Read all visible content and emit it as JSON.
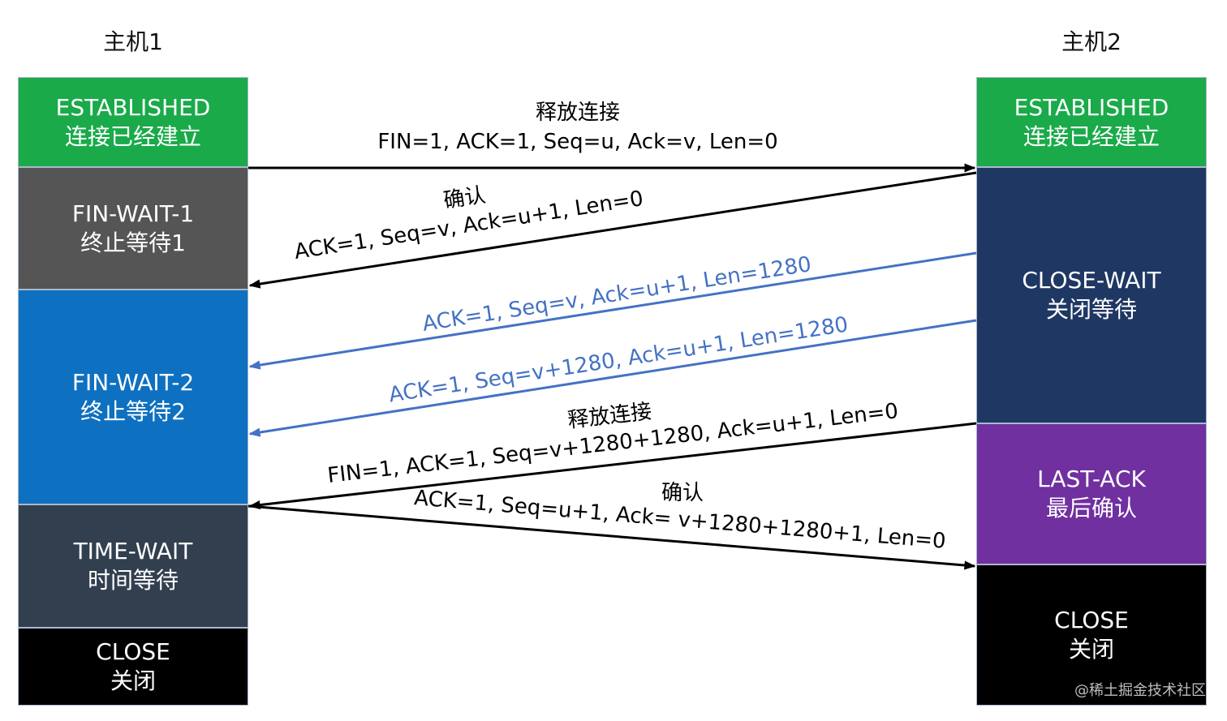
{
  "host1": {
    "title": "主机1",
    "states": [
      {
        "en": "ESTABLISHED",
        "zh": "连接已经建立",
        "color": "#1aaa4a"
      },
      {
        "en": "FIN-WAIT-1",
        "zh": "终止等待1",
        "color": "#555555"
      },
      {
        "en": "FIN-WAIT-2",
        "zh": "终止等待2",
        "color": "#0e70c0"
      },
      {
        "en": "TIME-WAIT",
        "zh": "时间等待",
        "color": "#323f4f"
      },
      {
        "en": "CLOSE",
        "zh": "关闭",
        "color": "#000000"
      }
    ]
  },
  "host2": {
    "title": "主机2",
    "states": [
      {
        "en": "ESTABLISHED",
        "zh": "连接已经建立",
        "color": "#1aaa4a"
      },
      {
        "en": "CLOSE-WAIT",
        "zh": "关闭等待",
        "color": "#1f3763"
      },
      {
        "en": "LAST-ACK",
        "zh": "最后确认",
        "color": "#7030a0"
      },
      {
        "en": "CLOSE",
        "zh": "关闭",
        "color": "#000000"
      }
    ]
  },
  "messages": [
    {
      "title": "释放连接",
      "detail": "FIN=1, ACK=1, Seq=u, Ack=v, Len=0",
      "color": "#000000"
    },
    {
      "title": "确认",
      "detail": "ACK=1, Seq=v, Ack=u+1, Len=0",
      "color": "#000000"
    },
    {
      "title": "",
      "detail": "ACK=1, Seq=v, Ack=u+1, Len=1280",
      "color": "#4472c4"
    },
    {
      "title": "",
      "detail": "ACK=1, Seq=v+1280, Ack=u+1, Len=1280",
      "color": "#4472c4"
    },
    {
      "title": "释放连接",
      "detail": "FIN=1, ACK=1, Seq=v+1280+1280, Ack=u+1, Len=0",
      "color": "#000000"
    },
    {
      "title": "确认",
      "detail": "ACK=1, Seq=u+1, Ack= v+1280+1280+1, Len=0",
      "color": "#000000"
    }
  ],
  "watermark": "@稀土掘金技术社区"
}
